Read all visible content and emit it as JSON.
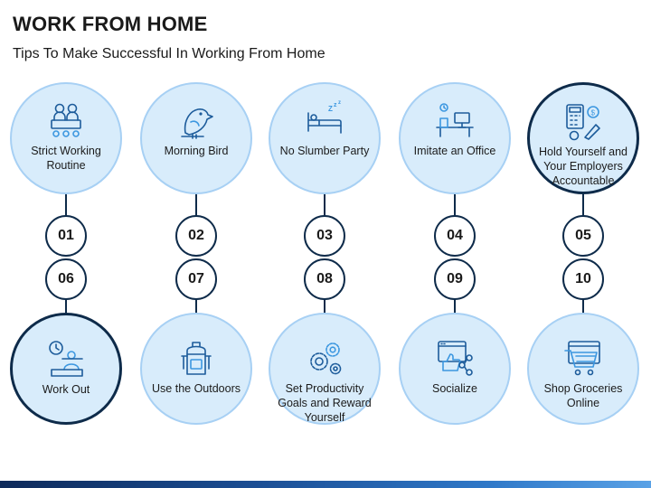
{
  "title": "WORK FROM HOME",
  "subtitle": "Tips To Make Successful In Working From Home",
  "tips": [
    {
      "number": "01",
      "label": "Strict Working Routine",
      "icon": "team-desk-icon"
    },
    {
      "number": "02",
      "label": "Morning Bird",
      "icon": "bird-icon"
    },
    {
      "number": "03",
      "label": "No Slumber Party",
      "icon": "sleep-bed-icon"
    },
    {
      "number": "04",
      "label": "Imitate an Office",
      "icon": "office-desk-icon"
    },
    {
      "number": "05",
      "label": "Hold Yourself and Your Employers Accountable",
      "icon": "calculator-money-icon"
    },
    {
      "number": "06",
      "label": "Work Out",
      "icon": "workout-clock-icon"
    },
    {
      "number": "07",
      "label": "Use the Outdoors",
      "icon": "backpack-icon"
    },
    {
      "number": "08",
      "label": "Set Productivity Goals and Reward Yourself",
      "icon": "gears-icon"
    },
    {
      "number": "09",
      "label": "Socialize",
      "icon": "like-share-icon"
    },
    {
      "number": "10",
      "label": "Shop Groceries Online",
      "icon": "shopping-cart-icon"
    }
  ],
  "colors": {
    "circle_fill": "#d8ecfb",
    "circle_border_light": "#a7d0f4",
    "circle_border_dark": "#0e2b4a",
    "number_border": "#0e2b4a",
    "icon_stroke": "#1d5c9b",
    "icon_accent": "#3c97e0"
  }
}
